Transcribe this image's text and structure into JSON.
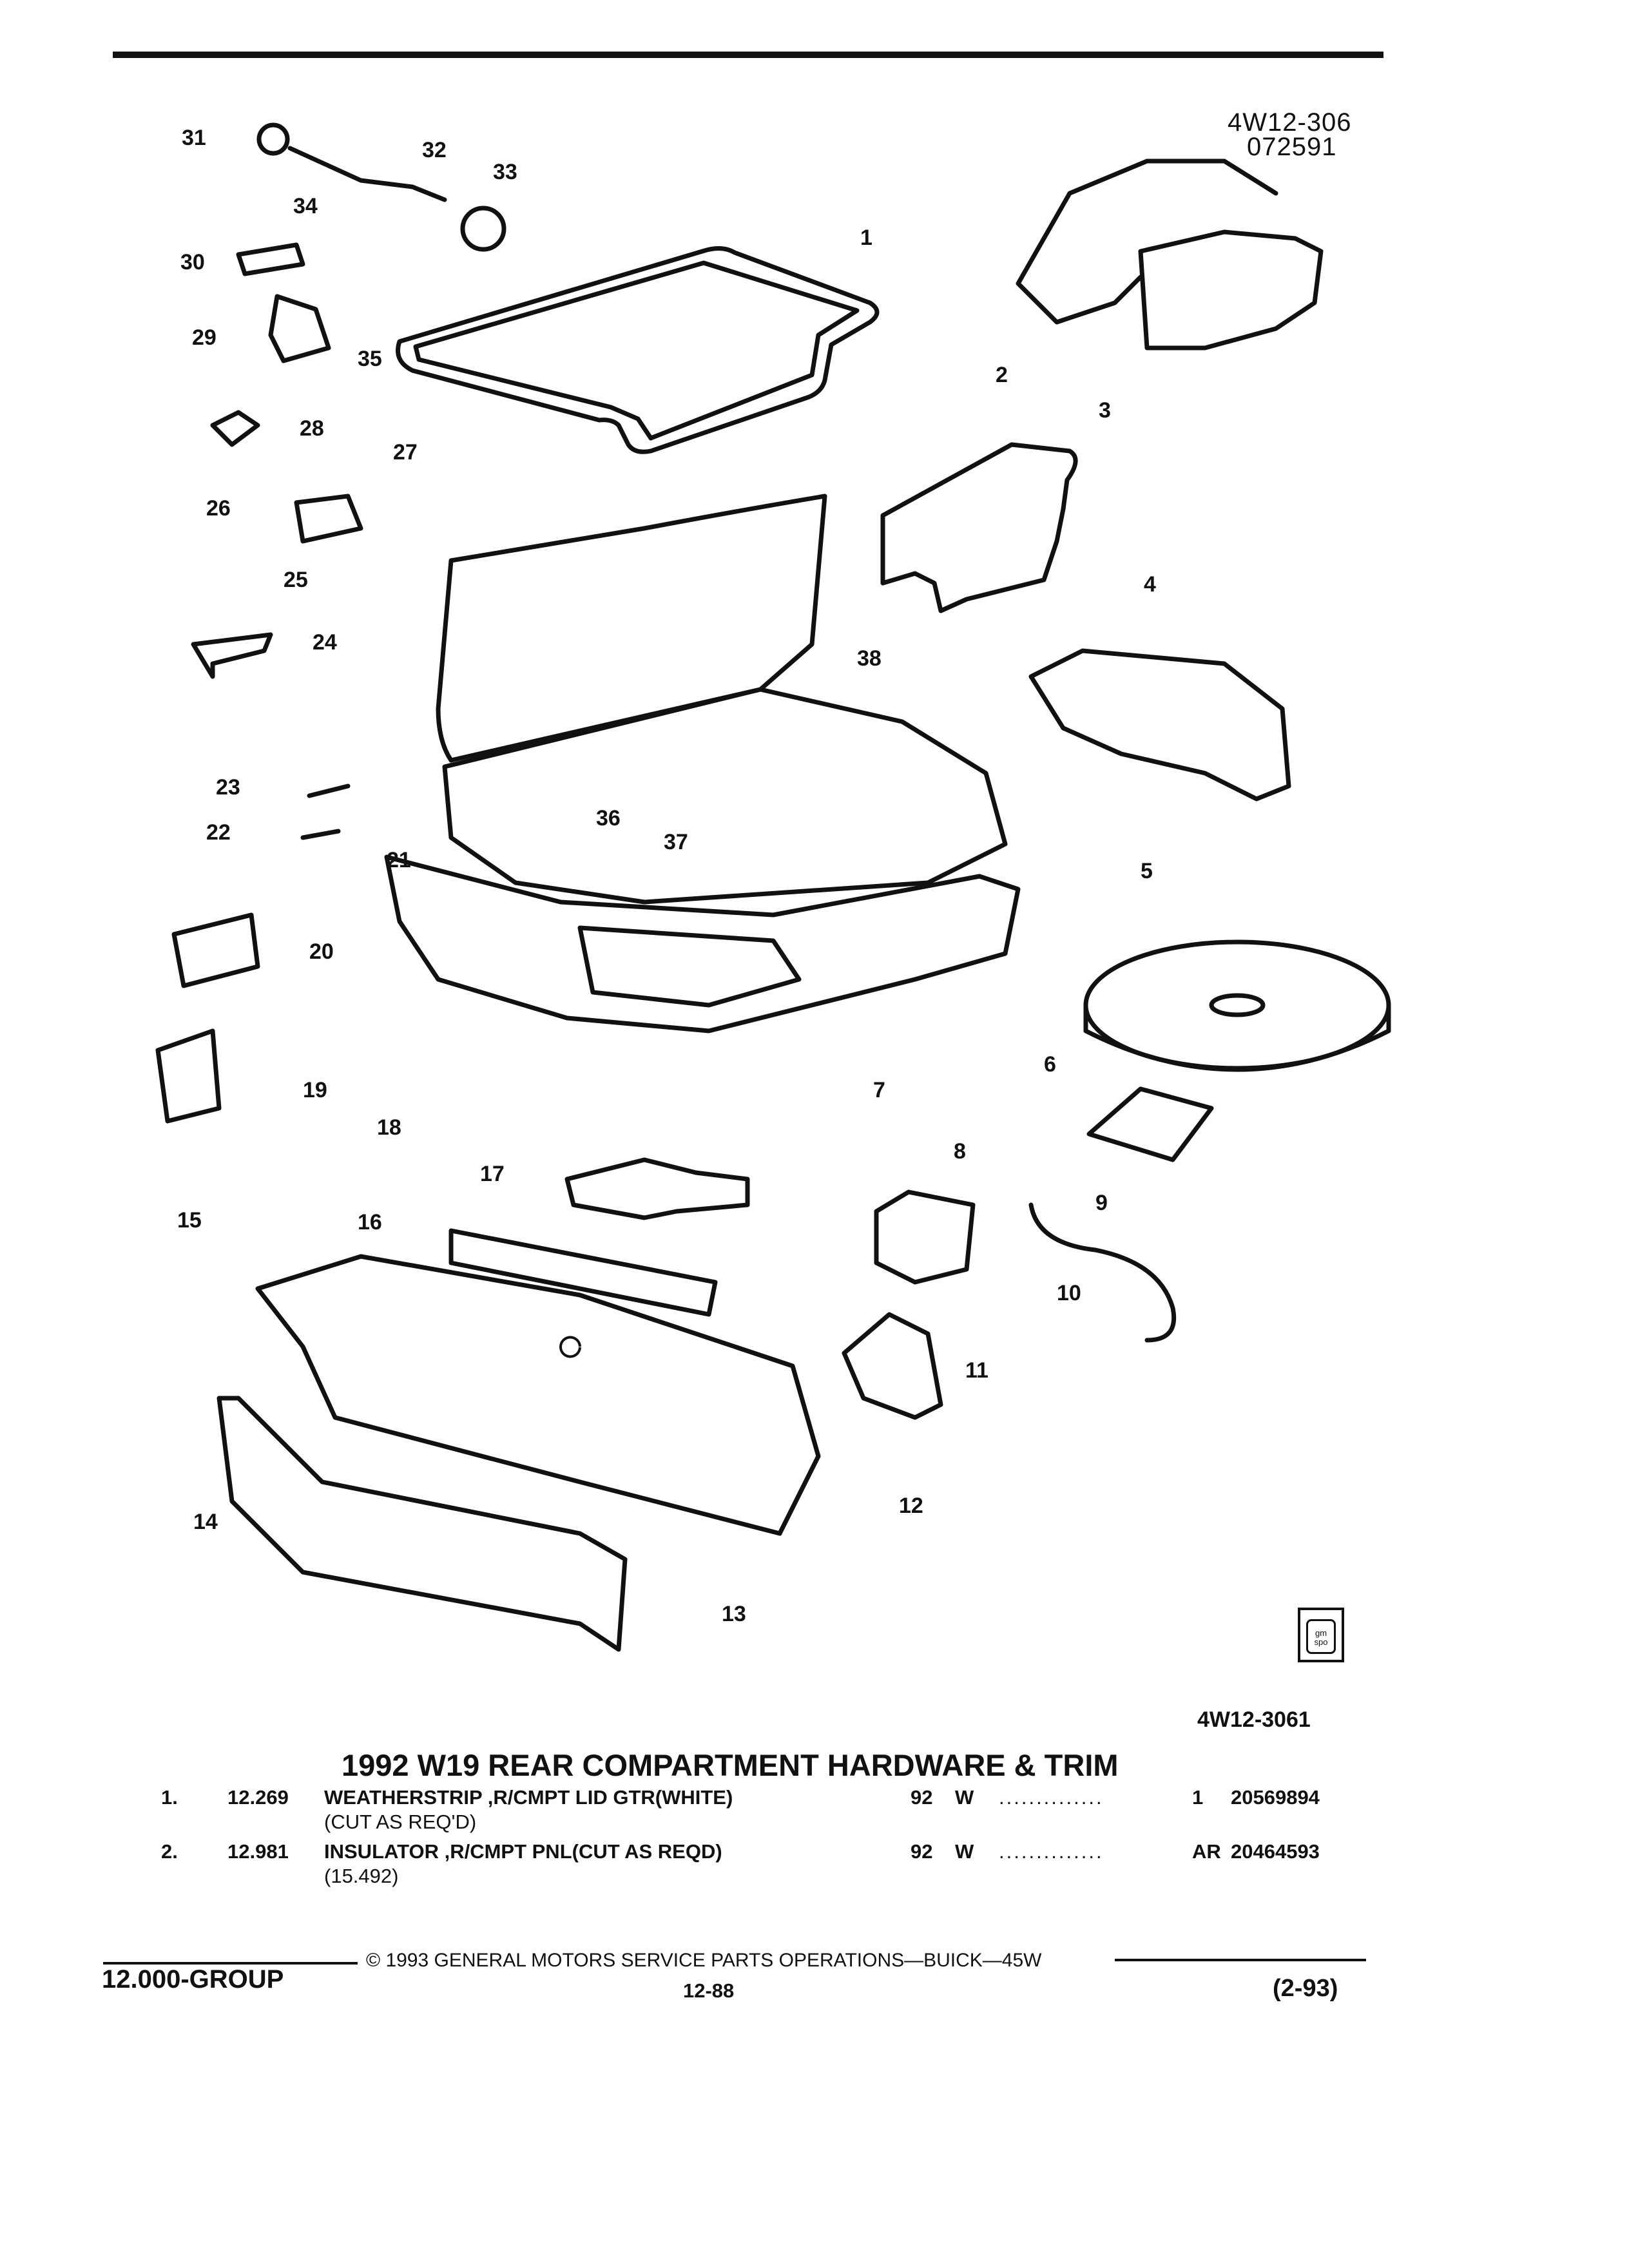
{
  "diagram": {
    "reference": "4W12-306\n072591",
    "reference_line1": "4W12-306",
    "reference_line2": "072591",
    "catalog_id": "4W12-3061",
    "callouts": [
      "1",
      "2",
      "3",
      "4",
      "5",
      "6",
      "7",
      "8",
      "9",
      "10",
      "11",
      "12",
      "13",
      "14",
      "15",
      "16",
      "17",
      "18",
      "19",
      "20",
      "21",
      "22",
      "23",
      "24",
      "25",
      "26",
      "27",
      "28",
      "29",
      "30",
      "31",
      "32",
      "33",
      "34",
      "35",
      "36",
      "37",
      "38"
    ]
  },
  "section": {
    "title": "1992 W19 REAR COMPARTMENT HARDWARE & TRIM"
  },
  "parts": [
    {
      "num": "1.",
      "ref": "12.269",
      "desc": "WEATHERSTRIP ,R/CMPT LID GTR(WHITE)",
      "note": "(CUT AS REQ'D)",
      "year": "92",
      "code": "W",
      "leader": "..............",
      "qty": "1",
      "part_no": "20569894"
    },
    {
      "num": "2.",
      "ref": "12.981",
      "desc": "INSULATOR ,R/CMPT PNL(CUT AS REQD)",
      "note": "(15.492)",
      "year": "92",
      "code": "W",
      "leader": "..............",
      "qty": "AR",
      "part_no": "20464593"
    }
  ],
  "footer": {
    "copyright": "© 1993 GENERAL MOTORS SERVICE PARTS OPERATIONS—BUICK—45W",
    "group": "12.000-GROUP",
    "page": "12-88",
    "date": "(2-93)"
  },
  "logo": {
    "text": "gm spo"
  }
}
